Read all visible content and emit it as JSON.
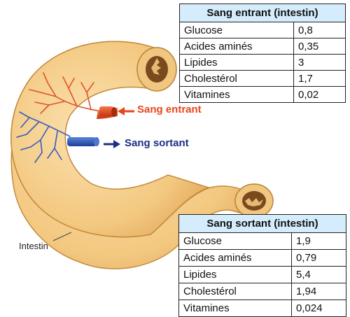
{
  "incoming_table": {
    "title": "Sang entrant (intestin)",
    "rows": [
      {
        "name": "Glucose",
        "value": "0,8"
      },
      {
        "name": "Acides aminés",
        "value": "0,35"
      },
      {
        "name": "Lipides",
        "value": "3"
      },
      {
        "name": "Cholestérol",
        "value": "1,7"
      },
      {
        "name": "Vitamines",
        "value": "0,02"
      }
    ]
  },
  "outgoing_table": {
    "title": "Sang sortant (intestin)",
    "rows": [
      {
        "name": "Glucose",
        "value": "1,9"
      },
      {
        "name": "Acides aminés",
        "value": "0,79"
      },
      {
        "name": "Lipides",
        "value": "5,4"
      },
      {
        "name": "Cholestérol",
        "value": "1,94"
      },
      {
        "name": "Vitamines",
        "value": "0,024"
      }
    ]
  },
  "labels": {
    "incoming_blood": "Sang entrant",
    "outgoing_blood": "Sang sortant",
    "intestine": "Intestin"
  },
  "colors": {
    "incoming": "#e8461a",
    "outgoing": "#1d2f86",
    "intestine": "#f5cf8a",
    "header_bg": "#d4ecfb"
  }
}
